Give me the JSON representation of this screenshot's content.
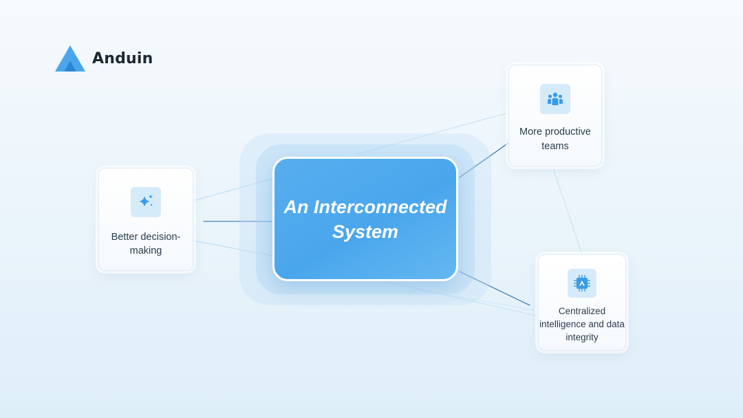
{
  "brand": {
    "name": "Anduin",
    "logo_icon": "anduin-logo-icon",
    "color": "#4aa6ec"
  },
  "center": {
    "title": "An Interconnected System",
    "color": "#4aa6ec"
  },
  "nodes": {
    "better": {
      "label": "Better decision-making",
      "icon": "sparkle-icon"
    },
    "teams": {
      "label": "More productive teams",
      "icon": "team-icon"
    },
    "central": {
      "label": "Centralized intelligence and data integrity",
      "icon": "chip-icon"
    }
  },
  "colors": {
    "connector": "#2f6fb0",
    "icon_tile": "#d6ebfa",
    "icon": "#3a9be8"
  }
}
